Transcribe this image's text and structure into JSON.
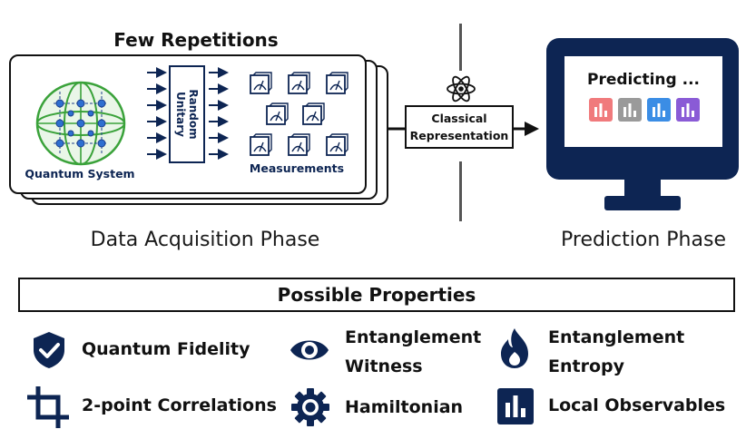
{
  "acquisition": {
    "header": "Few Repetitions",
    "quantum_system_label": "Quantum System",
    "unitary_label_line1": "Random",
    "unitary_label_line2": "Unitary",
    "measurements_label": "Measurements",
    "phase_label": "Data Acquisition Phase"
  },
  "classical": {
    "line1": "Classical",
    "line2": "Representation"
  },
  "prediction": {
    "screen_text": "Predicting ...",
    "chart_colors": [
      "#f07a7c",
      "#9a9a9a",
      "#3b8de5",
      "#8a5bd6"
    ],
    "phase_label": "Prediction Phase"
  },
  "properties": {
    "header": "Possible Properties",
    "items": [
      {
        "icon": "shield-check-icon",
        "label": "Quantum Fidelity"
      },
      {
        "icon": "eye-icon",
        "label": "Entanglement Witness"
      },
      {
        "icon": "flame-icon",
        "label": "Entanglement Entropy"
      },
      {
        "icon": "crop-icon",
        "label": "2-point Correlations"
      },
      {
        "icon": "gear-icon",
        "label": "Hamiltonian"
      },
      {
        "icon": "bar-chart-icon",
        "label": "Local Observables"
      }
    ]
  },
  "colors": {
    "navy": "#0d2553",
    "green": "#3aa23a",
    "blue": "#2e6fd0"
  }
}
